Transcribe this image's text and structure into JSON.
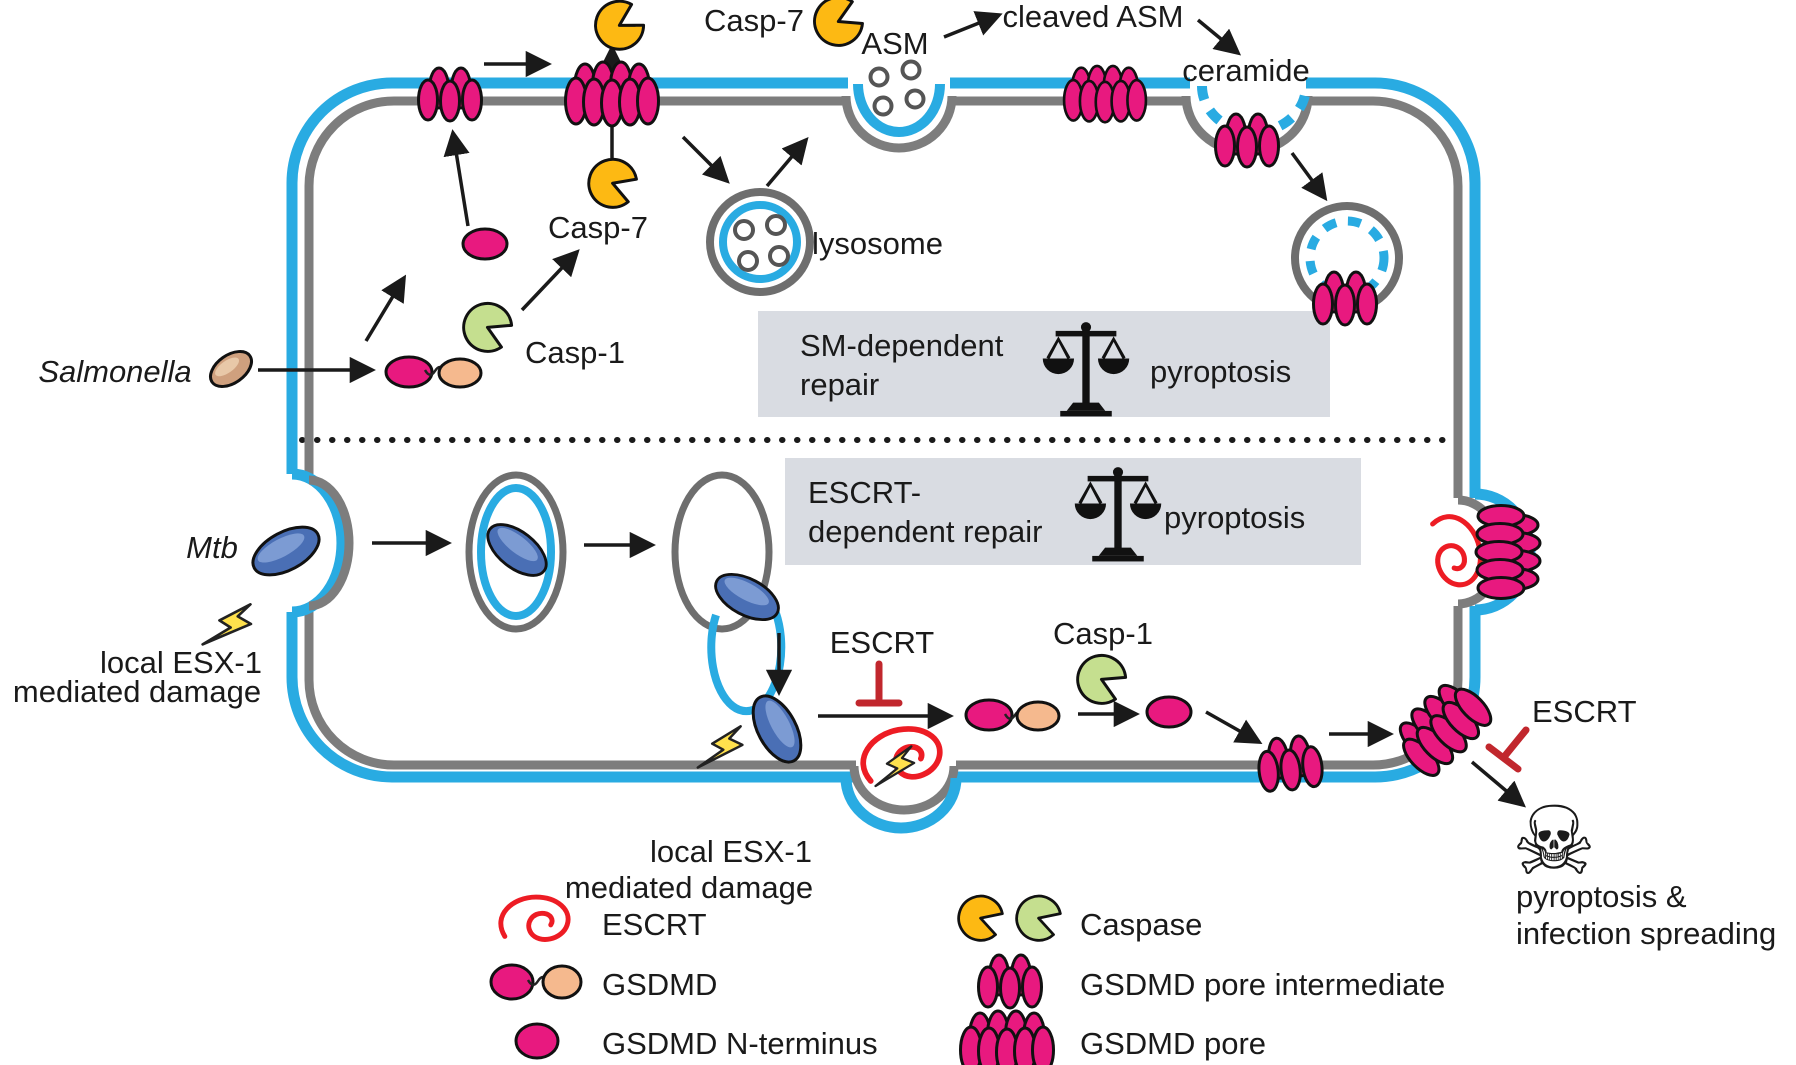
{
  "figure": {
    "labels": {
      "casp7_top": "Casp-7",
      "asm": "ASM",
      "cleaved_asm": "cleaved ASM",
      "ceramide": "ceramide",
      "lysosome": "lysosome",
      "casp7_mid": "Casp-7",
      "casp1_upper": "Casp-1",
      "salmonella": "Salmonella",
      "mtb": "Mtb",
      "esx1_left_line1": "local ESX-1",
      "esx1_left_line2": "mediated damage",
      "escrt_mid": "ESCRT",
      "casp1_lower": "Casp-1",
      "esx1_bottom_line1": "local ESX-1",
      "esx1_bottom_line2": "mediated damage",
      "escrt_right": "ESCRT",
      "outcome_line1": "pyroptosis &",
      "outcome_line2": "infection spreading",
      "skull": "☠"
    },
    "boxes": {
      "sm_line1": "SM-dependent",
      "sm_line2": "repair",
      "sm_outcome": "pyroptosis",
      "escrt_line1": "ESCRT-",
      "escrt_line2": "dependent repair",
      "escrt_outcome": "pyroptosis"
    },
    "legend": {
      "escrt": "ESCRT",
      "gsdmd": "GSDMD",
      "gsdmd_n_terminus": "GSDMD N-terminus",
      "caspase": "Caspase",
      "gsdmd_pore_intermediate": "GSDMD pore intermediate",
      "gsdmd_pore": "GSDMD pore"
    },
    "colors": {
      "membrane_outer_blue": "#29ABE2",
      "membrane_inner_gray": "#7D7D7D",
      "gsdmd_pink": "#E8197F",
      "gsdmd_orange": "#F5B98E",
      "caspase_yellow": "#FDB913",
      "caspase_green": "#C5DF8F",
      "escrt_red": "#ED1C24",
      "inhibition_red": "#C1272D",
      "mtb_blue": "#4A6FB5",
      "salmonella_tan": "#CFA07E",
      "repair_box_gray": "#D9DCE2"
    }
  }
}
